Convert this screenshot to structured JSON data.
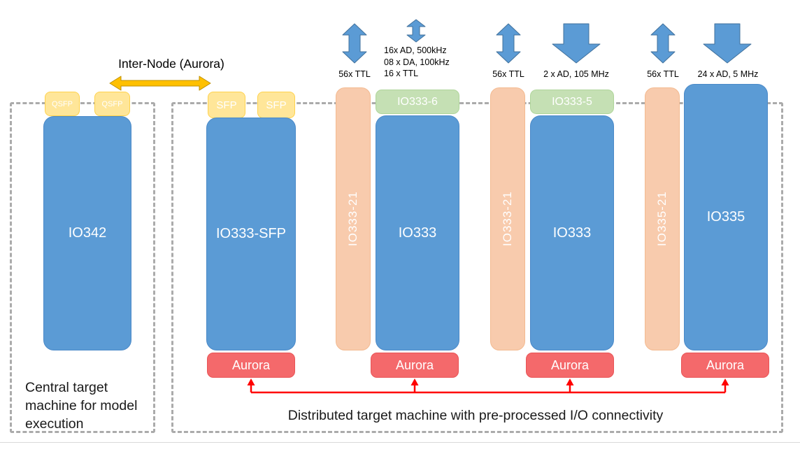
{
  "colors": {
    "box_blue": "#5B9BD5",
    "port_yellow": "#FFE699",
    "green": "#C5E0B4",
    "peach": "#F8CBAD",
    "aurora_red": "#F4696B",
    "arrow_blue": "#5B9BD5",
    "arrow_yellow": "#FFC000",
    "connector_red": "#FF0000",
    "dash_gray": "#ABABAB"
  },
  "inter_node": {
    "label": "Inter-Node (Aurora)"
  },
  "left_group": {
    "ports": [
      "QSFP",
      "QSFP"
    ],
    "main": "IO342",
    "caption": "Central target machine for model execution"
  },
  "right_group": {
    "caption": "Distributed target machine with pre-processed I/O connectivity",
    "columns": [
      {
        "ports": [
          "SFP",
          "SFP"
        ],
        "main": "IO333-SFP",
        "aurora": "Aurora"
      },
      {
        "side": "IO333-21",
        "top": "IO333-6",
        "main": "IO333",
        "aurora": "Aurora"
      },
      {
        "side": "IO333-21",
        "top": "IO333-5",
        "main": "IO333",
        "aurora": "Aurora"
      },
      {
        "side": "IO335-21",
        "main": "IO335",
        "aurora": "Aurora"
      }
    ]
  },
  "io_annotations": [
    {
      "type": "bidirectional",
      "label": "56x TTL"
    },
    {
      "type": "bidirectional-small",
      "lines": [
        "16x AD, 500kHz",
        "08 x DA, 100kHz",
        "16 x TTL"
      ]
    },
    {
      "type": "bidirectional",
      "label": "56x TTL"
    },
    {
      "type": "down",
      "label": "2 x AD, 105 MHz"
    },
    {
      "type": "bidirectional",
      "label": "56x TTL"
    },
    {
      "type": "down",
      "label": "24 x AD, 5 MHz"
    }
  ]
}
